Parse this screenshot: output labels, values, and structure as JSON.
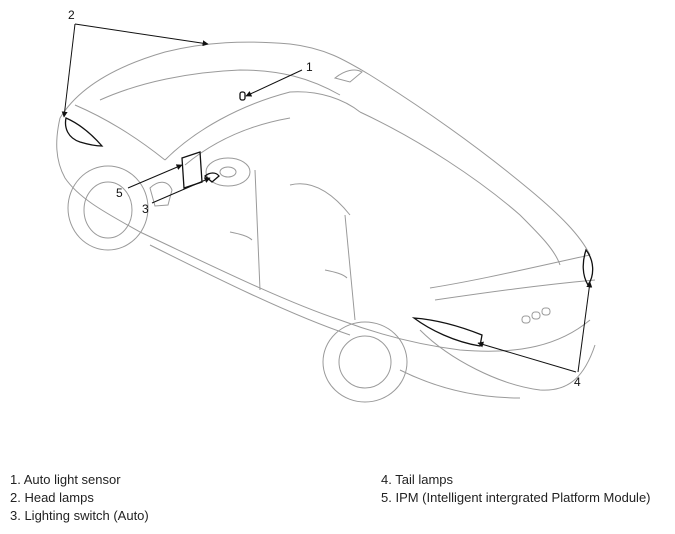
{
  "callouts": [
    "1",
    "2",
    "3",
    "4",
    "5"
  ],
  "legend": {
    "left": [
      "1. Auto light sensor",
      "2. Head lamps",
      "3. Lighting switch (Auto)"
    ],
    "right": [
      "4. Tail lamps",
      "5. IPM (Intelligent intergrated Platform Module)"
    ]
  }
}
